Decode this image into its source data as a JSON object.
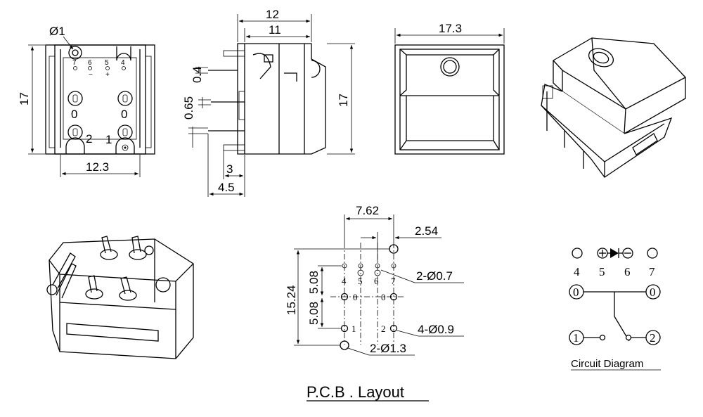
{
  "top_view": {
    "hole_label": "Ø1",
    "height_label": "17",
    "width_label": "12.3",
    "pin_labels": [
      "7",
      "6",
      "5",
      "4"
    ],
    "sign_minus": "−",
    "sign_plus": "+",
    "contact_left": "0",
    "contact_right": "0",
    "terminal_left": "2",
    "terminal_right": "1"
  },
  "side_view": {
    "total_width_label": "12",
    "body_width_label": "11",
    "pin_thickness_label": "0.4",
    "pin_width_label": "0.65",
    "height_label": "17",
    "offset_label": "3",
    "pin_extent_label": "4.5"
  },
  "front_view": {
    "width_label": "17.3"
  },
  "pcb_layout": {
    "title": "P.C.B . Layout",
    "pitch_h_label": "7.62",
    "led_offset_label": "2.54",
    "height_label": "15.24",
    "row_upper_label": "5.08",
    "row_lower_label": "5.08",
    "hole_small_label": "2-Ø0.7",
    "hole_medium_label": "4-Ø0.9",
    "hole_large_label": "2-Ø1.3",
    "pin_labels": [
      "4",
      "5",
      "6",
      "7"
    ],
    "center_labels": [
      "0",
      "0"
    ],
    "terminal_labels": [
      "1",
      "2"
    ]
  },
  "circuit_diagram": {
    "caption": "Circuit Diagram",
    "pin_labels": [
      "4",
      "5",
      "6",
      "7"
    ],
    "common_left": "0",
    "common_right": "0",
    "terminal_1": "1",
    "terminal_2": "2"
  }
}
